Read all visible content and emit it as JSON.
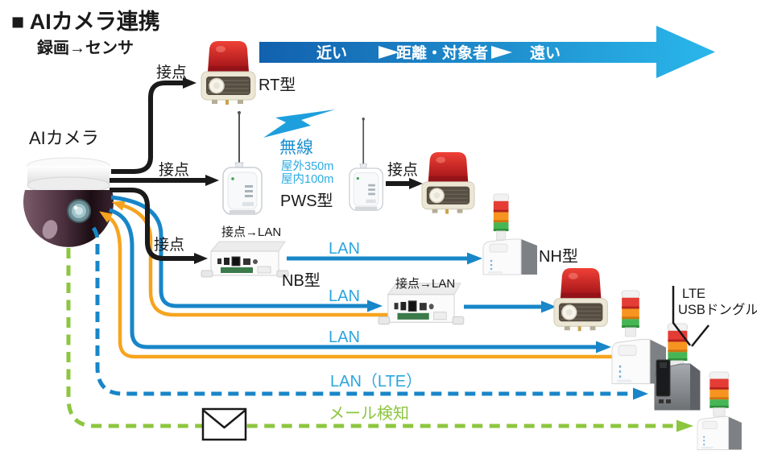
{
  "header": {
    "title": "■ AIカメラ連携",
    "subtitle": "録画→センサ"
  },
  "distance_axis": {
    "near": "近い",
    "center": "距離・対象者",
    "far": "遠い"
  },
  "camera_label": "AIカメラ",
  "wireless": {
    "label": "無線",
    "outdoor_range": "屋外350m",
    "indoor_range": "屋内100m"
  },
  "link_labels": {
    "contact": "接点",
    "contact_to_lan": "接点→LAN",
    "lan": "LAN",
    "lan_lte": "LAN（LTE）",
    "mail_detect": "メール検知"
  },
  "device_labels": {
    "rt": "RT型",
    "pws": "PWS型",
    "nb": "NB型",
    "nh": "NH型",
    "lte_line1": "LTE",
    "lte_line2": "USBドングル"
  },
  "colors": {
    "black_line": "#1a1a1a",
    "lan_blue": "#1886c8",
    "lan_label_blue": "#2ba6df",
    "orange_return": "#f6a41f",
    "mail_green": "#8cc63f",
    "axis_gradient_start": "#1261ae",
    "axis_gradient_end": "#2ab7ea",
    "wireless_blue": "#1e9fdd"
  }
}
